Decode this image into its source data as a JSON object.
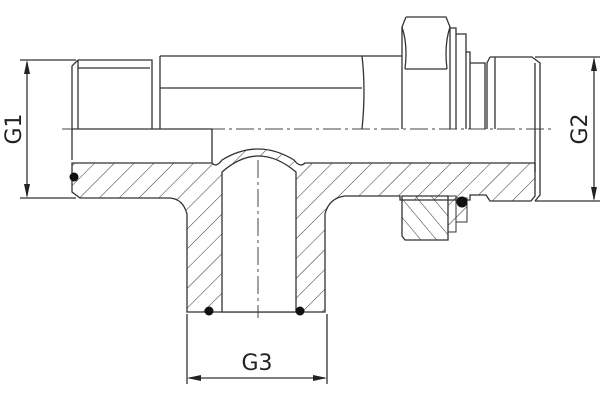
{
  "drawing": {
    "dimensions": [
      {
        "label": "G1"
      },
      {
        "label": "G2"
      },
      {
        "label": "G3"
      }
    ],
    "colors": {
      "line": "#333333",
      "seal": "#111111",
      "background": "#ffffff"
    }
  }
}
